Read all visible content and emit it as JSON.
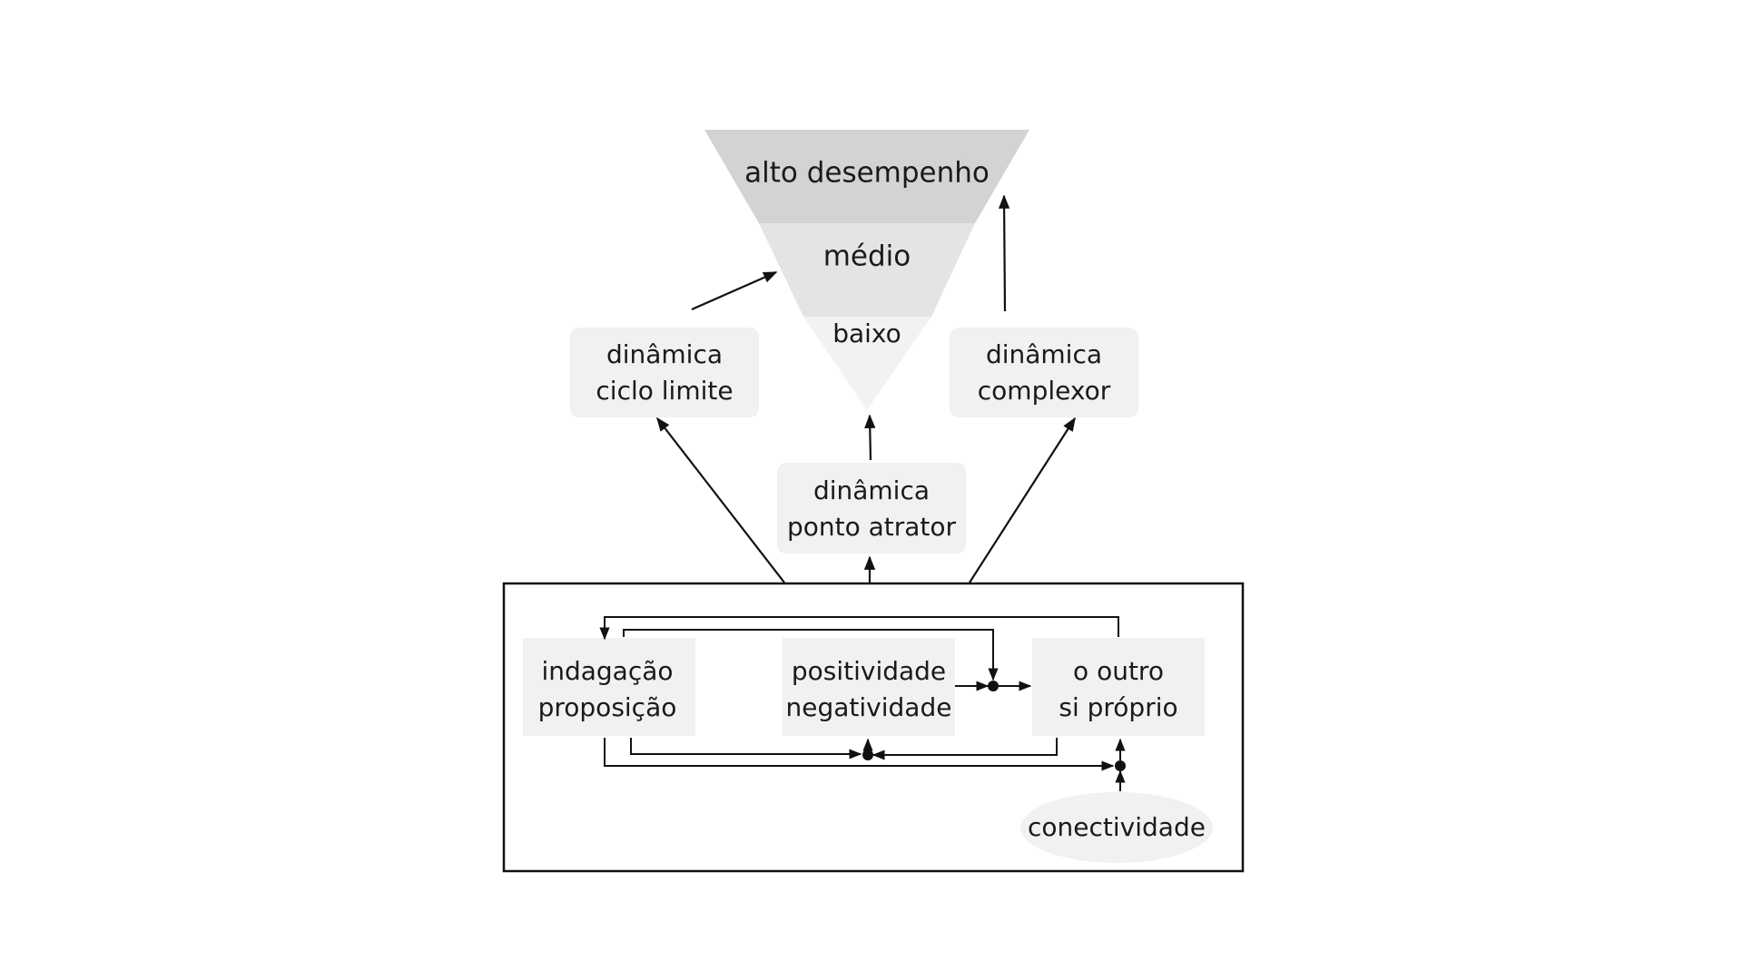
{
  "pyramid": {
    "high": "alto desempenho",
    "medium": "médio",
    "low": "baixo"
  },
  "dynamics": {
    "limit_cycle": [
      "dinâmica",
      "ciclo limite"
    ],
    "point_attractor": [
      "dinâmica",
      "ponto atrator"
    ],
    "complexor": [
      "dinâmica",
      "complexor"
    ]
  },
  "system": {
    "inquiry": [
      "indagação",
      "proposição"
    ],
    "positivity": [
      "positividade",
      "negatividade"
    ],
    "other": [
      "o outro",
      "si próprio"
    ],
    "connectivity": "conectividade"
  },
  "colors": {
    "tier_high": "#d2d3d5",
    "tier_medium": "#e3e4e5",
    "tier_low": "#f2f2f2",
    "box_fill": "#eff2f1",
    "line": "#111111"
  }
}
